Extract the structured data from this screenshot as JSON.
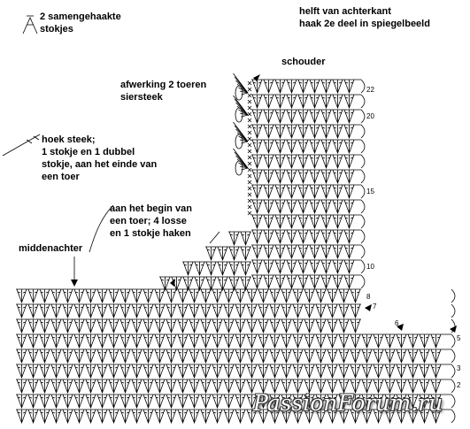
{
  "notes": {
    "dec_symbol": "2 samengehaakte\nstokjes",
    "header": "helft van achterkant\nhaak 2e deel in spiegelbeeld",
    "shoulder": "schouder",
    "edging": "afwerking 2 toeren\nsiersteek",
    "corner": "hoek steek;\n1 stokje en 1 dubbel\nstokje, aan het einde van\neen toer",
    "row_start": "aan het begin van\neen toer; 4 losse\nen 1 stokje haken",
    "center_back": "middenachter"
  },
  "row_numbers": [
    "22",
    "20",
    "15",
    "10",
    "8",
    "7",
    "6",
    "5",
    "3",
    "2"
  ],
  "watermark": "PassionForum.ru"
}
